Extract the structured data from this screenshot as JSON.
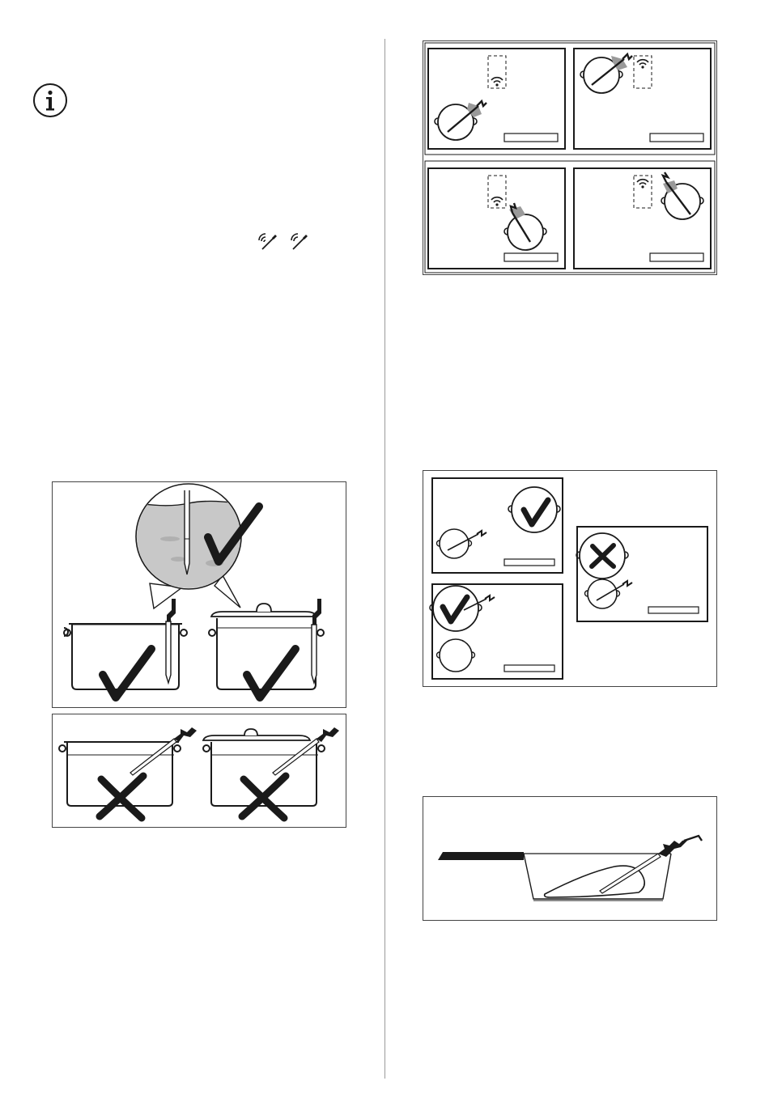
{
  "page": {
    "background": "#ffffff",
    "line_color": "#1a1a1a",
    "light_fill": "#c8c8c8",
    "accent_gray": "#8a8a8a"
  },
  "icons": {
    "info": "info-icon",
    "probe_connected": "wireless-probe-icon",
    "probe_disconnected": "probe-icon"
  },
  "figures": [
    {
      "name": "probe-wireless-placement-figure",
      "panels": 4
    },
    {
      "name": "probe-pot-position-figure",
      "panels": 3
    },
    {
      "name": "probe-liquid-immersion-figure",
      "panels": 1
    },
    {
      "name": "probe-wrong-angle-figure",
      "panels": 2
    },
    {
      "name": "probe-pan-insertion-figure",
      "panels": 1
    }
  ]
}
